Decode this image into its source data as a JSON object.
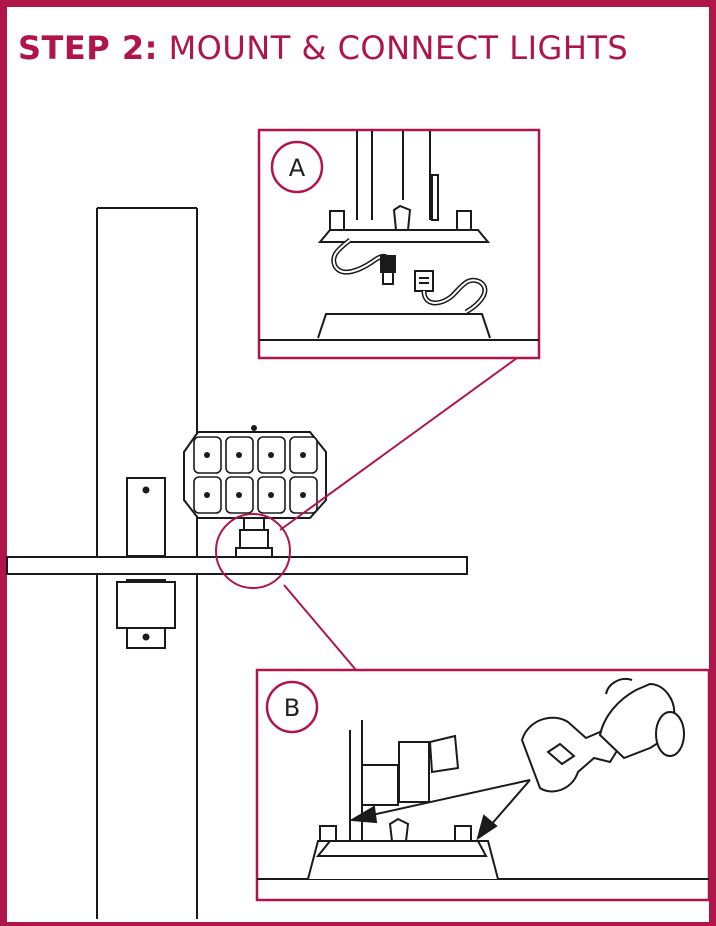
{
  "title": {
    "step": "STEP 2:",
    "text": "MOUNT & CONNECT LIGHTS"
  },
  "callouts": {
    "a": "A",
    "b": "B"
  },
  "colors": {
    "accent": "#b0154a",
    "line": "#1a1a1a"
  }
}
